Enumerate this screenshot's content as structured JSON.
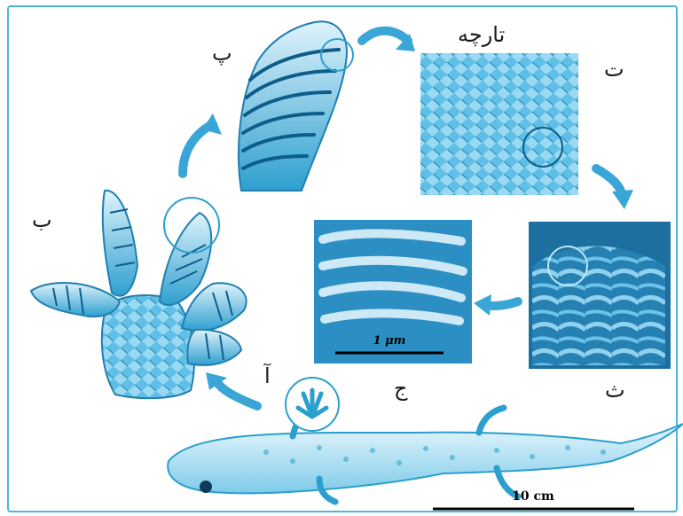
{
  "labels": {
    "a": "آ",
    "b": "ب",
    "p": "پ",
    "t": "ت",
    "se": "ث",
    "j": "ج",
    "tarche": "تارچه"
  },
  "scale_bars": {
    "micro": "1 μm",
    "gecko": "10 cm"
  },
  "colors": {
    "primary": "#2b9fcf",
    "dark": "#0d5d8a",
    "light": "#bfe7f7",
    "arrow": "#3aa6d8"
  }
}
